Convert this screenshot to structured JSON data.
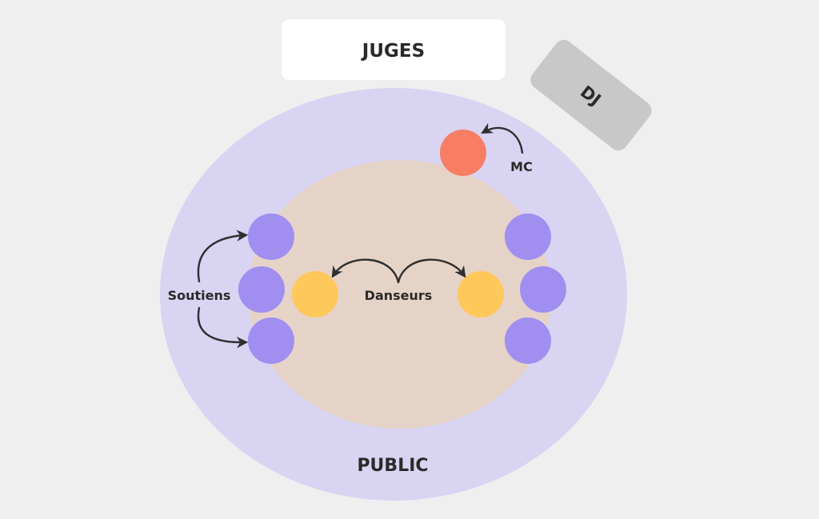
{
  "labels": {
    "judges": "JUGES",
    "dj": "DJ",
    "mc": "MC",
    "supporters": "Soutiens",
    "dancers": "Danseurs",
    "audience": "PUBLIC"
  },
  "colors": {
    "background": "#efefef",
    "audience_area": "#d8d4f2",
    "dance_floor": "#e6d3c8",
    "supporter": "#a08ef0",
    "dancer": "#fec85a",
    "mc": "#f77d64",
    "judges_box": "#ffffff",
    "dj_box": "#c8c8c8",
    "text": "#2a2a2a"
  }
}
